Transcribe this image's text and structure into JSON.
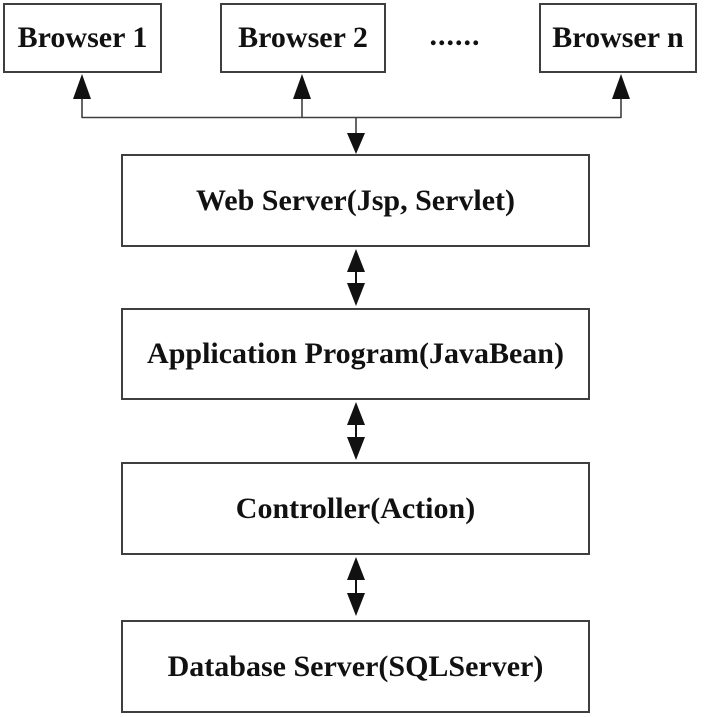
{
  "diagram": {
    "browser_row": {
      "boxes": [
        {
          "label": "Browser 1"
        },
        {
          "label": "Browser 2"
        },
        {
          "label": "Browser n"
        }
      ],
      "ellipsis": "......"
    },
    "tiers": [
      {
        "label": "Web Server(Jsp, Servlet)"
      },
      {
        "label": "Application Program(JavaBean)"
      },
      {
        "label": "Controller(Action)"
      },
      {
        "label": "Database Server(SQLServer)"
      }
    ],
    "icons": {
      "up_arrow": "▲",
      "down_arrow": "▼",
      "double_arrow": "↕"
    },
    "colors": {
      "background": "#ffffff",
      "box_border": "#3f3f3f",
      "line": "#3f3f3f",
      "arrow_fill": "#111111",
      "text": "#111111"
    }
  }
}
